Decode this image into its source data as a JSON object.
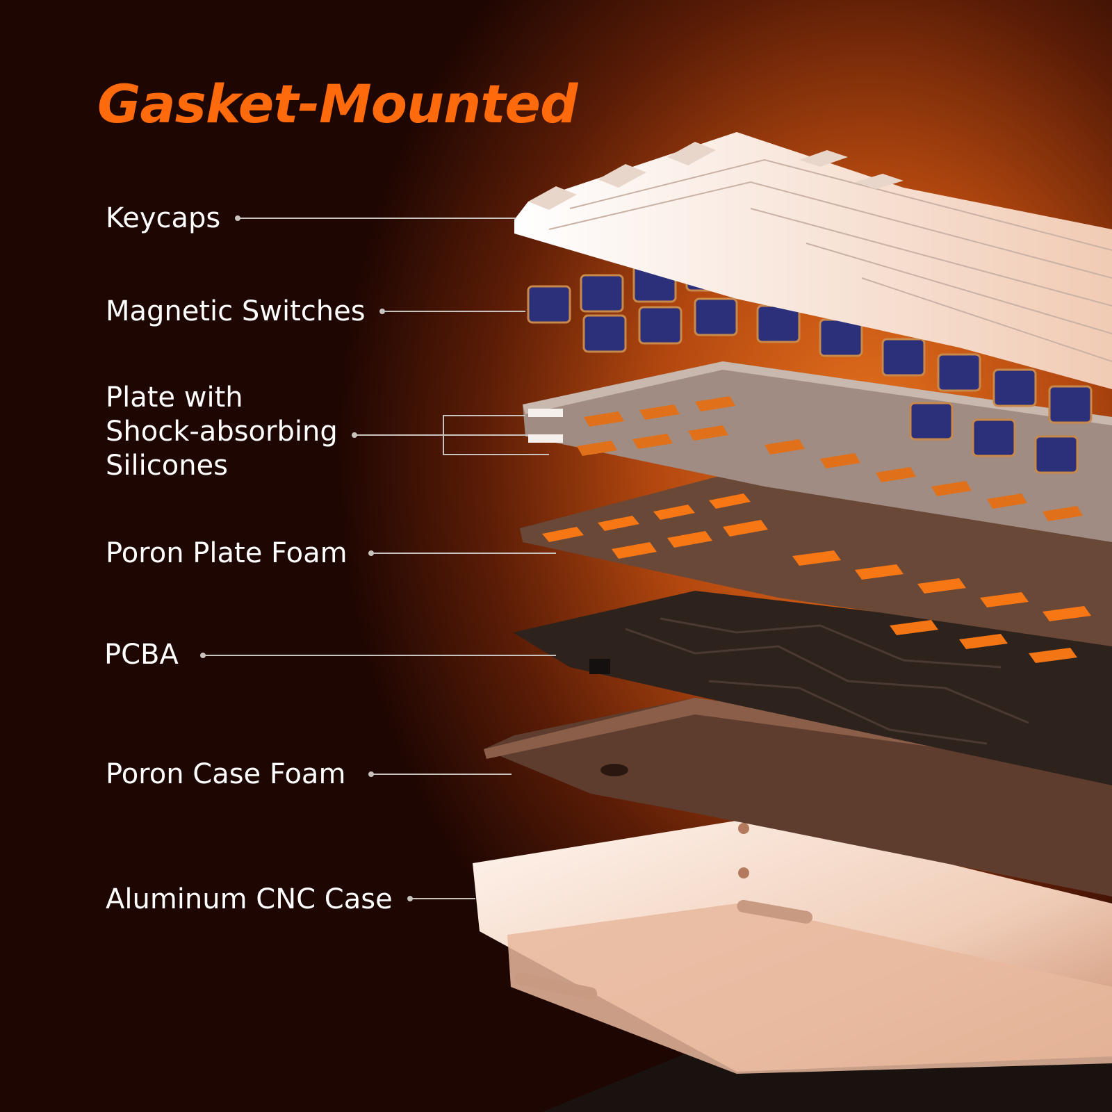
{
  "title": "Gasket-Mounted",
  "layers": [
    {
      "id": "keycaps",
      "lines": [
        "Keycaps"
      ]
    },
    {
      "id": "magnetic-switches",
      "lines": [
        "Magnetic Switches"
      ]
    },
    {
      "id": "plate",
      "lines": [
        "Plate with",
        "Shock-absorbing",
        "Silicones"
      ]
    },
    {
      "id": "poron-plate-foam",
      "lines": [
        "Poron Plate Foam"
      ]
    },
    {
      "id": "pcba",
      "lines": [
        "PCBA"
      ]
    },
    {
      "id": "poron-case-foam",
      "lines": [
        "Poron Case Foam"
      ]
    },
    {
      "id": "case",
      "lines": [
        "Aluminum CNC Case"
      ]
    }
  ],
  "colors": {
    "accent": "#ff6a0d",
    "label": "#ffffff",
    "leader_line": "#c9c3bf",
    "keycap": "#f3e3d8",
    "switch": "#2c2f7a",
    "switch_top": "#c8894a",
    "plate": "#9e8a80",
    "foam": "#6e4e3e",
    "pcb": "#332722",
    "case_foam": "#5a3a2c",
    "case": "#f4ddd0",
    "glow": "#ff8a1e"
  }
}
